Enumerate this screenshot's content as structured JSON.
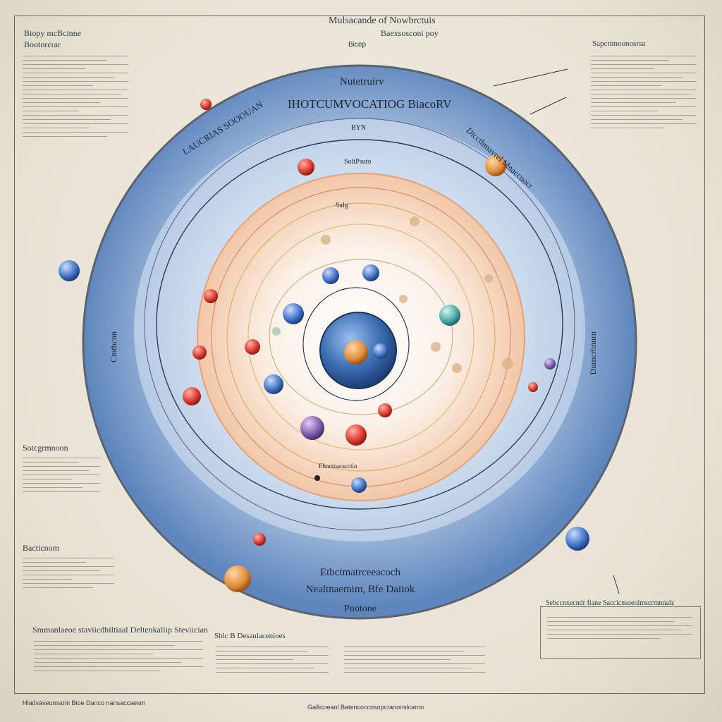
{
  "header": {
    "main_title": "Mulsacande of Nowbrctuis",
    "subtitle": "Baexsosconi poy",
    "label_bicep": "Bicep"
  },
  "left_panel": {
    "heading": "Biopy mcBcinne",
    "subheading": "Bootorcrar",
    "section_mid": "Sotcgrmnoon",
    "section_low": "Bacticnom"
  },
  "right_panel": {
    "heading": "Sapctimoonosrsa"
  },
  "diagram": {
    "top_label": "Nutetruirv",
    "ring_title": "IHOTCUMVOCATIOG BiacoRV",
    "left_arc_label": "LAUCRIAS SOOOUAN",
    "right_arc_label": "Diccthmavrel Mnaccuocr",
    "inner_small": "BYN",
    "inner_small2": "SoltPsuto",
    "core_label": "Salg",
    "left_vert": "Cmtbcnn",
    "right_vert": "Dumcrhnnrn",
    "bottom_small": "Ehnotoaracctin",
    "outer_label_1": "Etbctmatrceeacoch",
    "outer_label_2": "Nealtnaemim, Bfe Daiiok",
    "outer_label_3": "Pnotone"
  },
  "footer": {
    "left_heading": "Smmanlaeoe staviicdhiltiaal Deltenkaliip Steviician",
    "mid_heading": "Sblc B Desanlacenioes",
    "right_heading": "Sebccnxecndr fiane Saccicnsoenimscrmnnaiz",
    "bottom_left": "Hladvaveumsom Bioe Danco nansaccaesm",
    "bottom_center": "Gallicoeaol Batencoccosopcranonslcarnn"
  },
  "colors": {
    "outer_ring": "#6f93c3",
    "inner_ring": "#f2c7a7",
    "core": "#3c6eb2",
    "particle_red": "#d9362c",
    "particle_blue": "#3f6fc4",
    "particle_orange": "#e08a3a",
    "particle_purple": "#7d5aa8",
    "particle_teal": "#4aa7a6"
  }
}
